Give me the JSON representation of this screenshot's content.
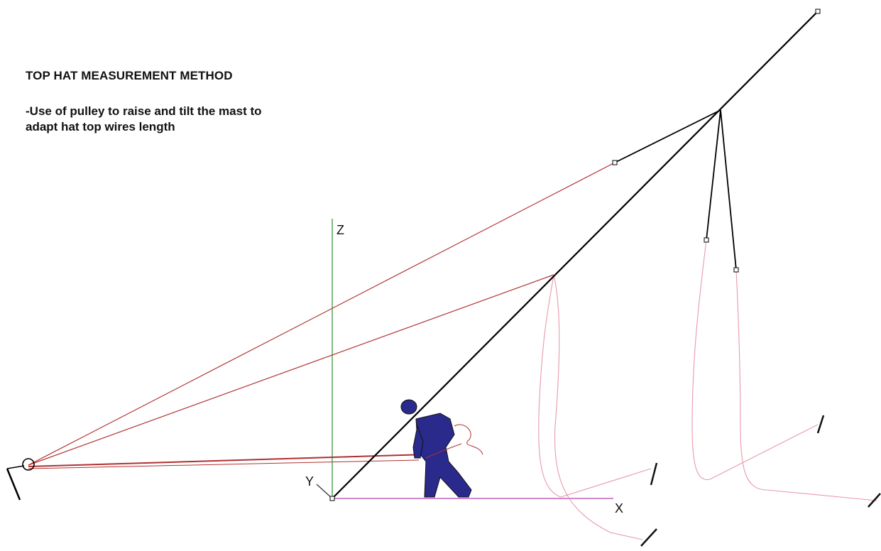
{
  "heading": "TOP HAT MEASUREMENT METHOD",
  "description_lines": [
    "-Use of pulley to raise and tilt the mast to",
    "adapt hat top wires length"
  ],
  "axes": {
    "x": "X",
    "y": "Y",
    "z": "Z"
  },
  "colors": {
    "mast": "#000000",
    "guy_line": "#b03030",
    "slack_wire": "#e89aa8",
    "x_axis": "#c060c0",
    "z_axis": "#2e8b2e",
    "figure": "#2a2a8c"
  },
  "icons": [
    "worker-figure-icon",
    "pulley-icon"
  ]
}
